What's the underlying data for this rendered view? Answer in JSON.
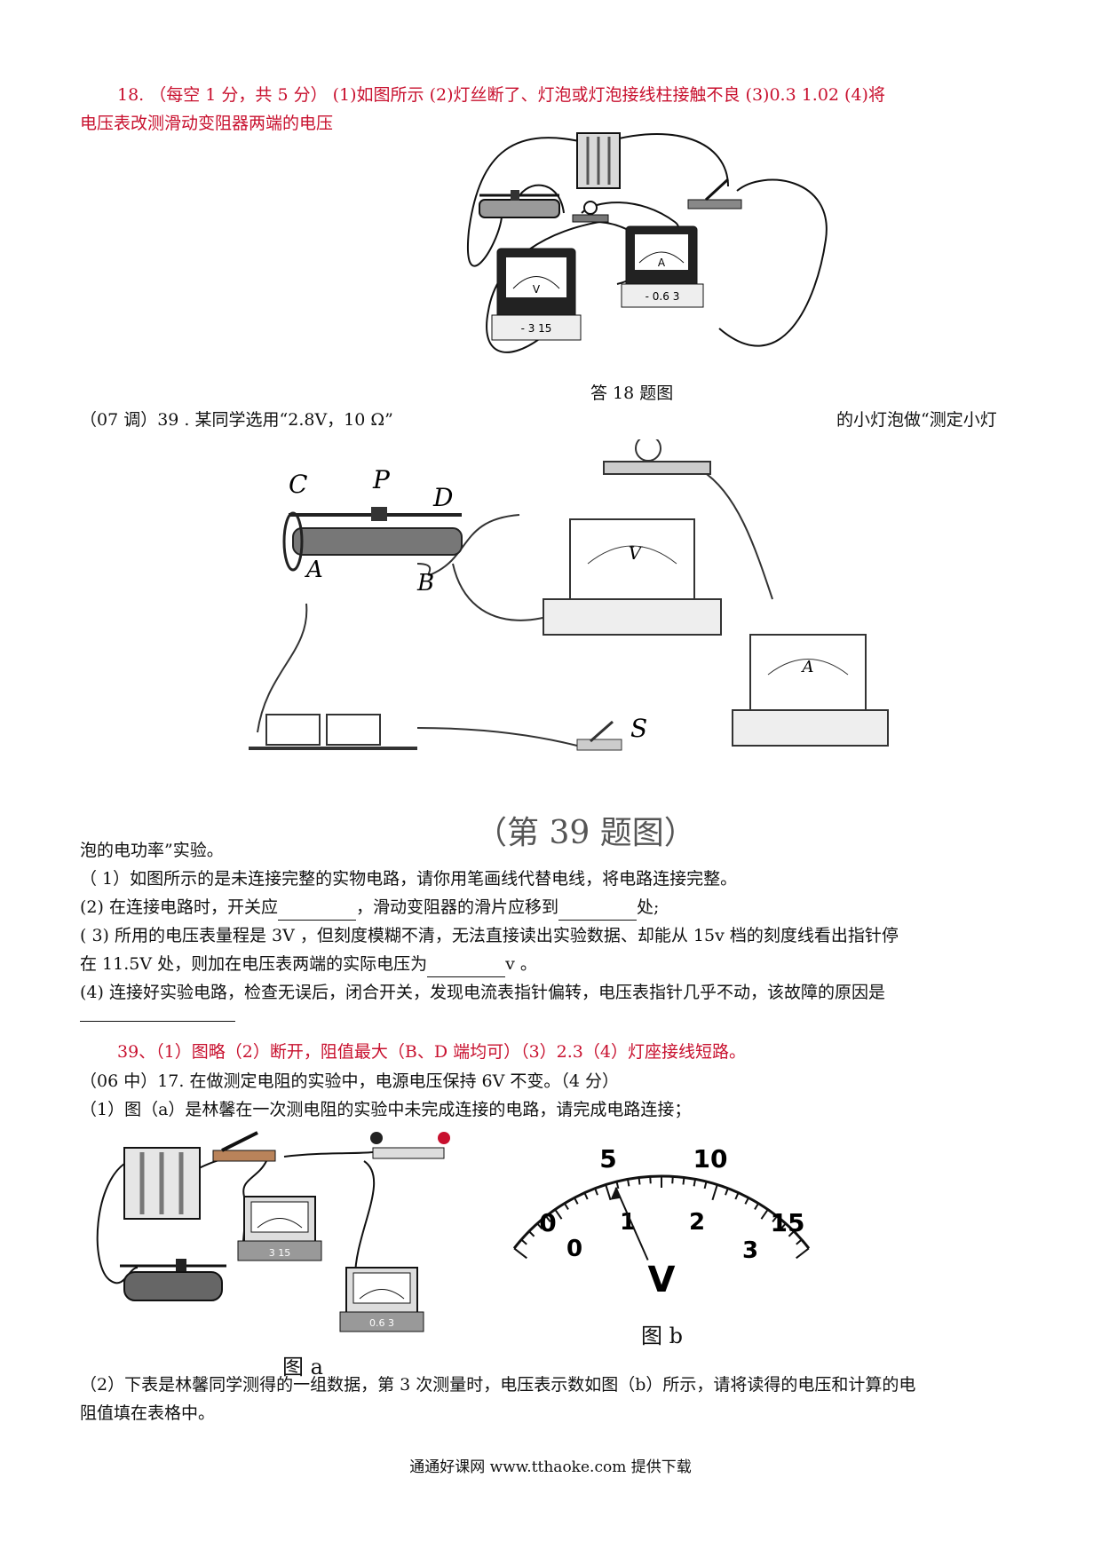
{
  "q18": {
    "line1": "18. （每空 1 分，共 5 分） (1)如图所示   (2)灯丝断了、灯泡或灯泡接线柱接触不良   (3)0.3   1.02   (4)将",
    "line2": "电压表改测滑动变阻器两端的电压",
    "caption": "答 18 题图",
    "ammeter_terminals": "- 0.6 3",
    "voltmeter_terminals": "- 3 15",
    "voltmeter_letter": "V",
    "ammeter_letter": "A"
  },
  "q39": {
    "intro_left": "（07 调）39 . 某同学选用“2.8V，10  Ω”",
    "intro_right": "的小灯泡做“测定小灯",
    "intro_cont": "泡的电功率”实验。",
    "fig_labels": {
      "c": "C",
      "p": "P",
      "d": "D",
      "a": "A",
      "b": "B",
      "s": "S",
      "v": "V",
      "am": "A"
    },
    "caption": "（第 39 题图）",
    "p1": "（ 1）如图所示的是未连接完整的实物电路，请你用笔画线代替电线，将电路连接完整。",
    "p2a": "(2) 在连接电路时，开关应",
    "p2b": "，滑动变阻器的滑片应移到",
    "p2c": "处;",
    "p3a": "( 3) 所用的电压表量程是 3V ，但刻度模糊不清，无法直接读出实验数据、却能从 15v 档的刻度线看出指针停",
    "p3b": "在 11.5V 处，则加在电压表两端的实际电压为",
    "p3c": "v 。",
    "p4": "(4) 连接好实验电路，检查无误后，闭合开关，发现电流表指针偏转，电压表指针几乎不动，该故障的原因是",
    "answer": "39、（1）图略（2）断开，阻值最大（B、D 端均可）（3）2.3（4）灯座接线短路。"
  },
  "q17": {
    "intro": "（06 中）17. 在做测定电阻的实验中，电源电压保持 6V 不变。（4 分）",
    "p1": "（1）图（a）是林馨在一次测电阻的实验中未完成连接的电路，请完成电路连接；",
    "fig_a_caption": "图 a",
    "fig_b_caption": "图 b",
    "fig_a_voltmeter_terminals": "3 15",
    "fig_a_ammeter_terminals": "0.6 3",
    "dial_outer_labels": [
      "0",
      "5",
      "10",
      "15"
    ],
    "dial_inner_labels": [
      "0",
      "1",
      "2",
      "3"
    ],
    "dial_unit": "V",
    "dial_reading_fraction": 0.36,
    "p2a": "（2）下表是林馨同学测得的一组数据，第 3 次测量时，电压表示数如图（b）所示，请将读得的电压和计算的电",
    "p2b": "阻值填在表格中。"
  },
  "footer": "通通好课网  www.tthaoke.com  提供下载"
}
